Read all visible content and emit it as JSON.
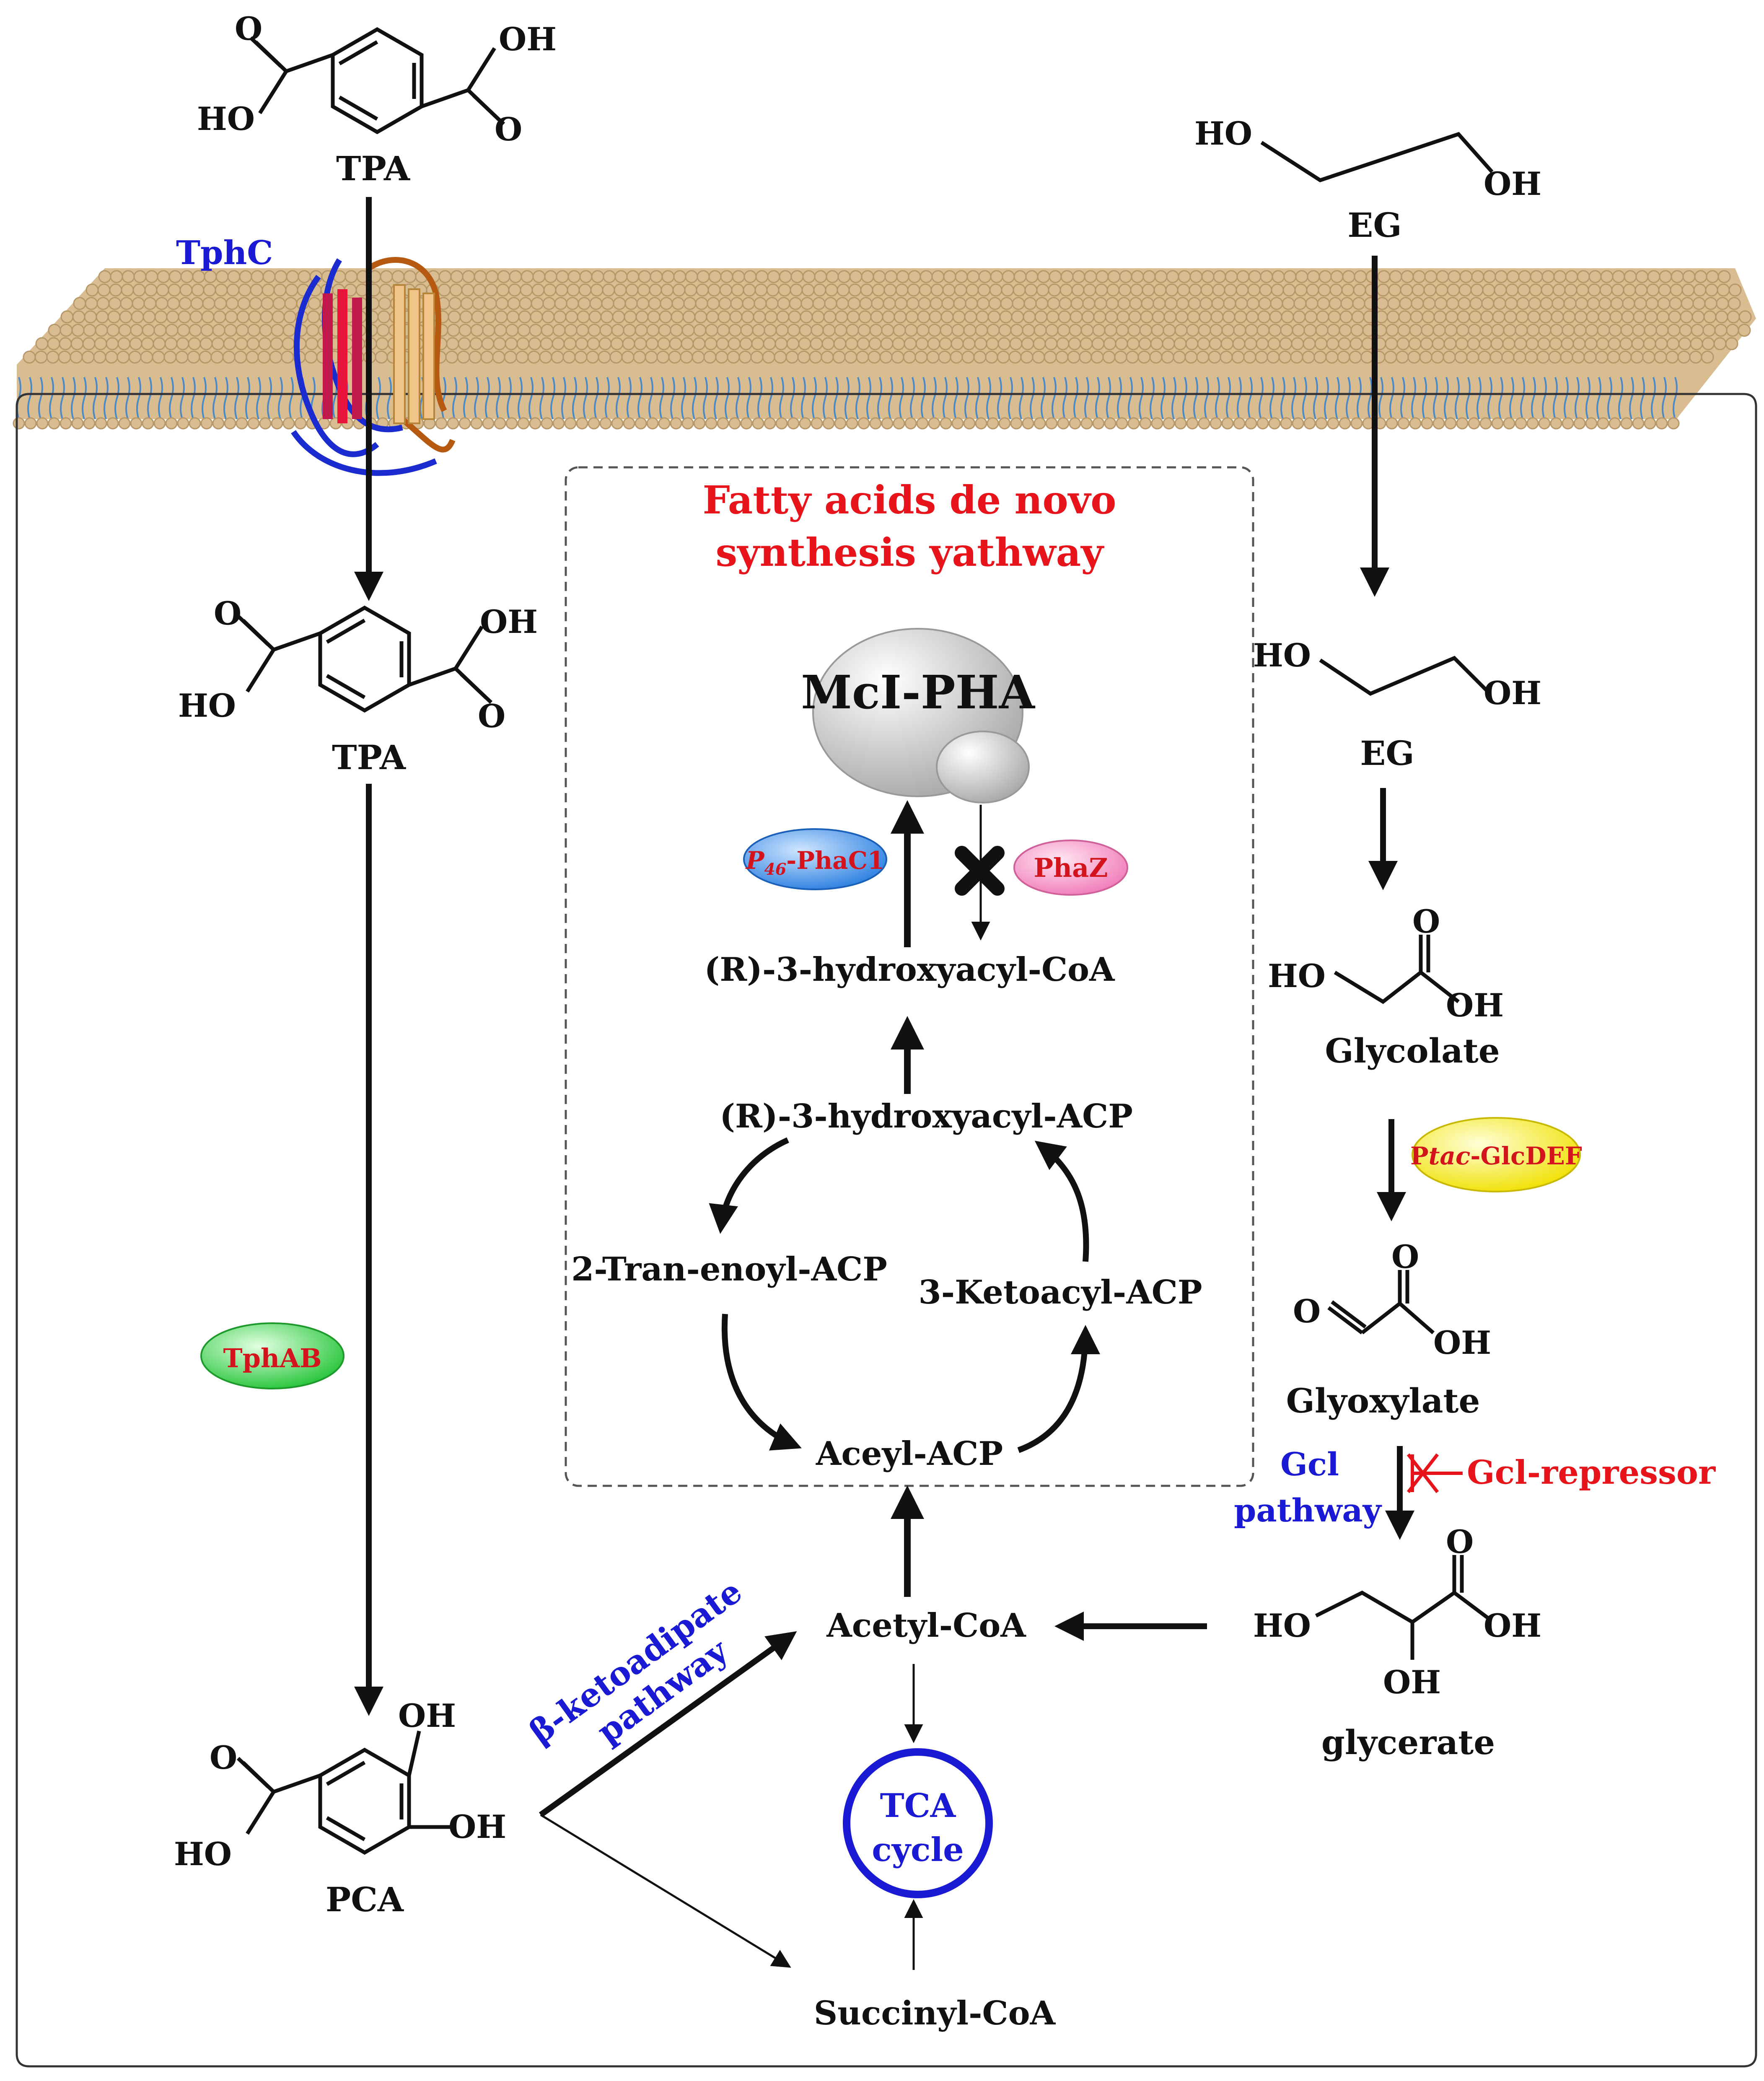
{
  "colors": {
    "ink": "#111111",
    "red": "#e8141c",
    "blue": "#1a1ad4",
    "membrane": "#d9bd91",
    "membrane_dark": "#b79767",
    "tail": "#4a8ac8",
    "pha": "#c8c8c8",
    "oval_blue": "#3d8ee8",
    "oval_pink": "#f59ac8",
    "oval_green": "#38d44a",
    "oval_yellow": "#f5e800"
  },
  "header": {
    "title_line1": "Fatty acids de novo",
    "title_line2": "synthesis yathway"
  },
  "left_pathway": {
    "tpa_outside": "TPA",
    "tpa_inside": "TPA",
    "pca": "PCA",
    "transporter": "TphC",
    "enzyme": "TphAB",
    "beta_label_line1": "β-ketoadipate",
    "beta_label_line2": "pathway"
  },
  "right_pathway": {
    "eg_outside": "EG",
    "eg_inside": "EG",
    "glycolate": "Glycolate",
    "glyoxylate": "Glyoxylate",
    "glycerate": "glycerate",
    "glcdef_prefix": "P",
    "glcdef_italic": "tac",
    "glcdef_suffix": "-GlcDEF",
    "gcl_line1": "Gcl",
    "gcl_line2": "pathway",
    "repressor": "Gcl-repressor"
  },
  "center": {
    "pha": "McI-PHA",
    "phac1_prefix": "P",
    "phac1_sub": "46",
    "phac1_suffix": "-PhaC1",
    "phaz": "PhaZ",
    "hydroxyacyl_coa": "(R)-3-hydroxyacyl-CoA",
    "hydroxyacyl_acp": "(R)-3-hydroxyacyl-ACP",
    "enoyl_acp": "2-Tran-enoyl-ACP",
    "ketoacyl_acp": "3-Ketoacyl-ACP",
    "aceyl_acp": "Aceyl-ACP",
    "acetyl_coa": "Acetyl-CoA",
    "tca_line1": "TCA",
    "tca_line2": "cycle",
    "succinyl_coa": "Succinyl-CoA"
  },
  "atoms": {
    "O": "O",
    "OH": "OH",
    "HO": "HO"
  }
}
